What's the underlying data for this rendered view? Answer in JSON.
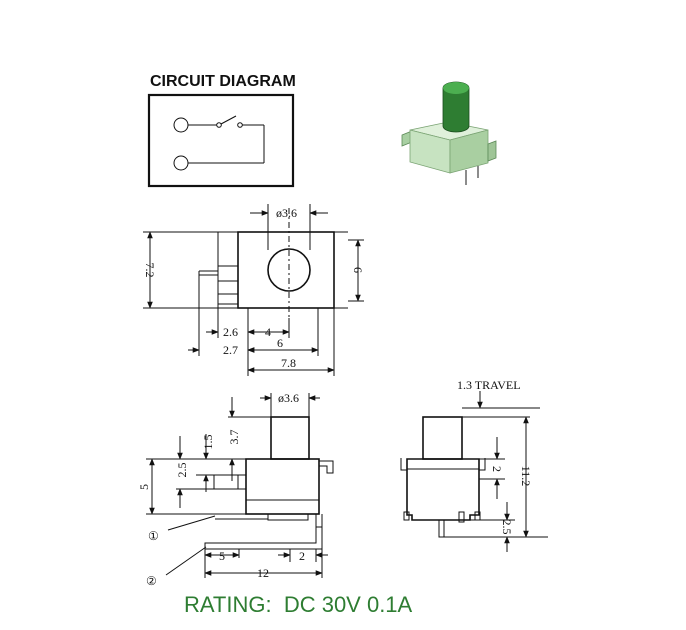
{
  "circuit": {
    "title": "CIRCUIT DIAGRAM"
  },
  "top_view": {
    "diameter": "ø3.6",
    "height_total": "7.2",
    "height_body": "6",
    "d_2_6": "2.6",
    "d_4": "4",
    "d_2_7": "2.7",
    "d_6": "6",
    "d_7_8": "7.8"
  },
  "side_view": {
    "diameter": "ø3.6",
    "d_3_7": "3.7",
    "d_1_5": "1.5",
    "d_2_5": "2.5",
    "d_5": "5",
    "d_5_bottom": "5",
    "d_2": "2",
    "d_12": "12",
    "callout_1": "①",
    "callout_2": "②"
  },
  "front_view": {
    "travel": "1.3 TRAVEL",
    "d_2": "2",
    "d_2_5": "2.5",
    "d_11_2": "11.2"
  },
  "rating": "RATING:  DC 30V 0.1A",
  "colors": {
    "rating_text": "#2e7d32",
    "actuator": "#2e7d32",
    "body": "#cfe8c9"
  }
}
